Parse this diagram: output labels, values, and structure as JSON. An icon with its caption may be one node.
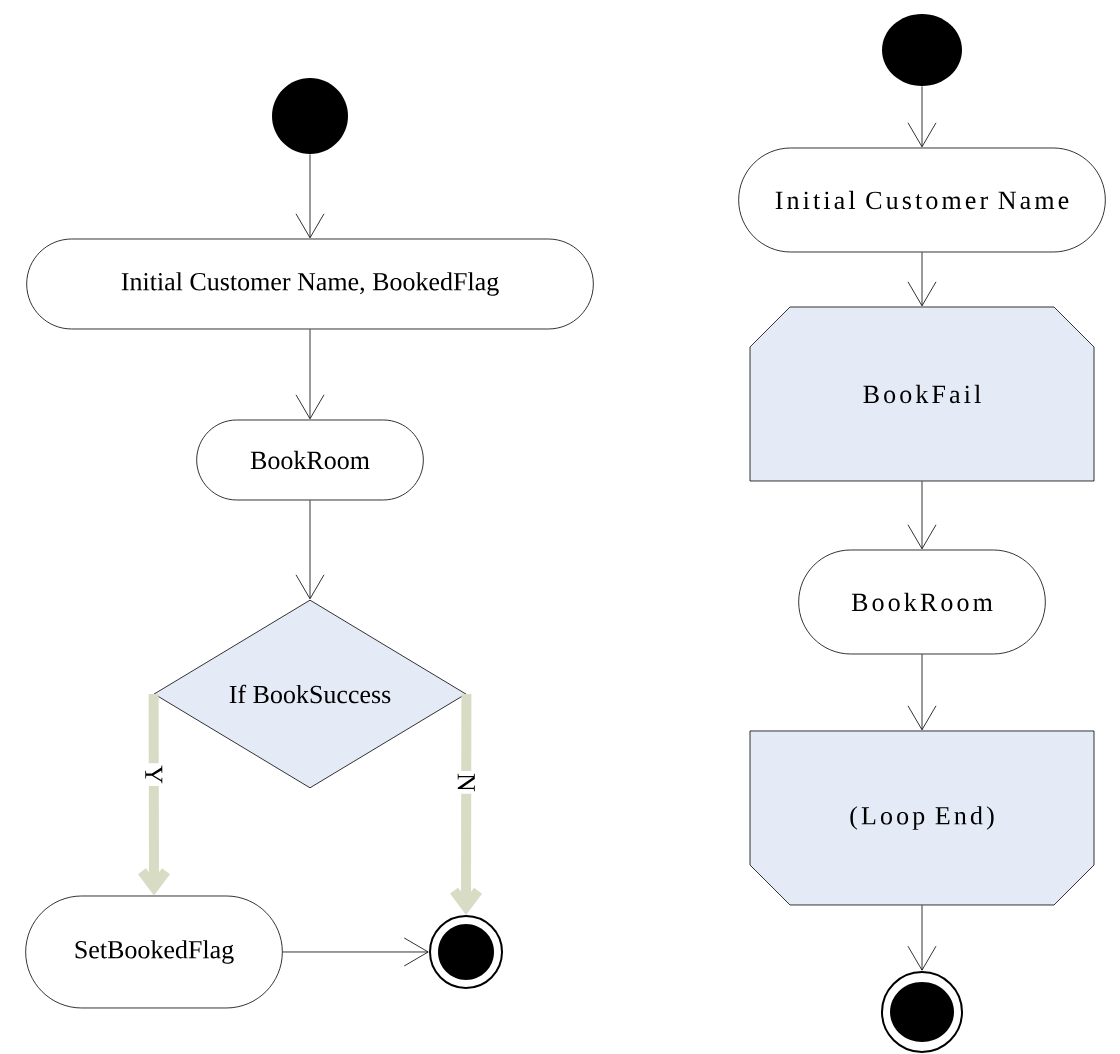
{
  "diagram": {
    "nodes": [
      {
        "text": [],
        "shape": "circle"
      },
      {
        "text": [
          "Initial Customer Name, BookedFlag"
        ]
      },
      {
        "text": [
          "BookRoom"
        ]
      },
      {
        "text": [
          "If BookSuccess"
        ]
      },
      {
        "text": [
          "SetBookedFlag"
        ]
      },
      {
        "text": [],
        "shape": "circle"
      },
      {
        "text": [],
        "shape": "circle"
      },
      {
        "text": [
          "Initial Customer Name"
        ]
      },
      {
        "text": [
          "BookFail"
        ]
      },
      {
        "text": [
          "BookRoom"
        ]
      },
      {
        "text": [
          "(Loop End)"
        ]
      },
      {
        "text": [],
        "shape": "circle"
      }
    ],
    "edges": [
      {
        "from": 0,
        "to": 1,
        "arrow": "to"
      },
      {
        "from": 1,
        "to": 2,
        "arrow": "to"
      },
      {
        "from": 2,
        "to": 3,
        "arrow": "to"
      },
      {
        "from": 3,
        "to": 4,
        "arrow": "to",
        "label": "Y",
        "style": "thick",
        "color": "#d8dcc4"
      },
      {
        "from": 3,
        "to": 5,
        "arrow": "to",
        "label": "N",
        "style": "thick",
        "color": "#d8dcc4"
      },
      {
        "from": 4,
        "to": 5,
        "arrow": "to"
      },
      {
        "from": 6,
        "to": 7,
        "arrow": "to"
      },
      {
        "from": 7,
        "to": 8,
        "arrow": "to"
      },
      {
        "from": 8,
        "to": 9,
        "arrow": "to"
      },
      {
        "from": 9,
        "to": 10,
        "arrow": "to"
      },
      {
        "from": 10,
        "to": 11,
        "arrow": "to"
      }
    ]
  }
}
